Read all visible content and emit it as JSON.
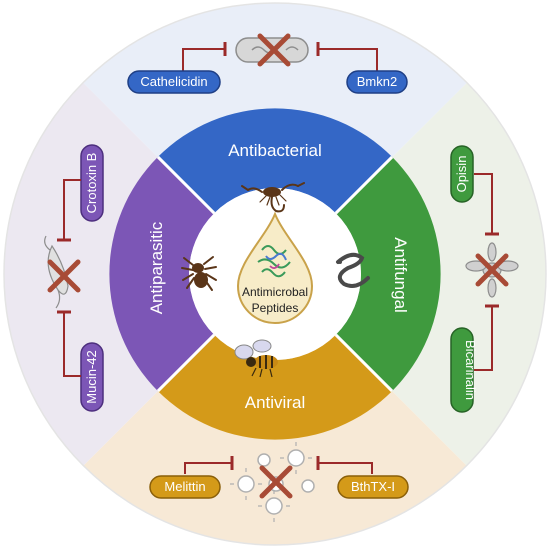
{
  "center": {
    "line1": "Antimicrobal",
    "line2": "Peptides"
  },
  "categories": [
    {
      "label": "Antibacterial",
      "color": "#3467c6",
      "animal": "scorpion-icon"
    },
    {
      "label": "Antifungal",
      "color": "#3f9a3e",
      "animal": "snake-icon"
    },
    {
      "label": "Antiviral",
      "color": "#d49a19",
      "animal": "bee-icon"
    },
    {
      "label": "Antiparasitic",
      "color": "#7c56b6",
      "animal": "spider-icon"
    }
  ],
  "peptides": {
    "antibacterial": [
      "Cathelicidin",
      "Bmkn2"
    ],
    "antifungal": [
      "Opisin",
      "Bicarinalin"
    ],
    "antiviral": [
      "Melittin",
      "BthTX-I"
    ],
    "antiparasitic": [
      "Crotoxin B",
      "Mucin-42"
    ]
  },
  "colors": {
    "outer_bacterial": "#e9eef8",
    "outer_fungal": "#edf1e8",
    "outer_viral": "#f7e9d6",
    "outer_parasitic": "#ece8f1",
    "inhibitor_line": "#9b2a2a",
    "cross": "#a84b36",
    "drop_fill": "#f7ecc8",
    "drop_stroke": "#c9a24a"
  }
}
